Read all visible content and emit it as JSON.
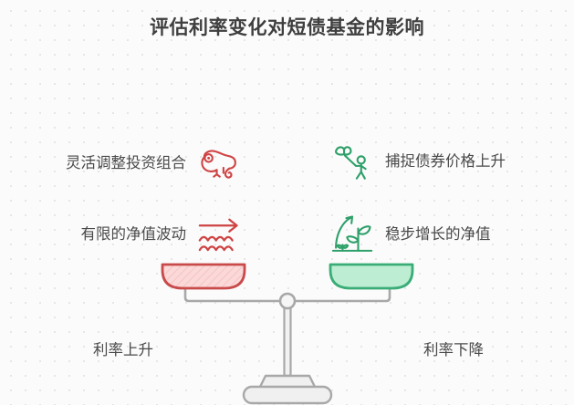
{
  "title": "评估利率变化对短债基金的影响",
  "theme": {
    "background": "#fbfbfb",
    "dot_color": "#e6e6e6",
    "title_color": "#3f3f3f",
    "text_color": "#4a4a4a",
    "left_accent": "#cf4444",
    "left_pan_fill": "#fbd5d5",
    "left_pan_stroke": "#c94a4a",
    "right_accent": "#2fa06a",
    "right_pan_fill": "#b8ecd0",
    "right_pan_stroke": "#3aad77",
    "scale_gray": "#a8a8a8",
    "scale_base_fill": "#f0f0f0"
  },
  "left_side": {
    "caption": "利率上升",
    "features": [
      {
        "label": "灵活调整投资组合",
        "icon": "chameleon-icon"
      },
      {
        "label": "有限的净值波动",
        "icon": "arrow-over-waves-icon"
      }
    ]
  },
  "right_side": {
    "caption": "利率下降",
    "features": [
      {
        "label": "捕捉债券价格上升",
        "icon": "person-catching-bird-icon"
      },
      {
        "label": "稳步增长的净值",
        "icon": "growing-plant-icon"
      }
    ]
  },
  "scale": {
    "name": "balance-scale",
    "state": "balanced"
  }
}
